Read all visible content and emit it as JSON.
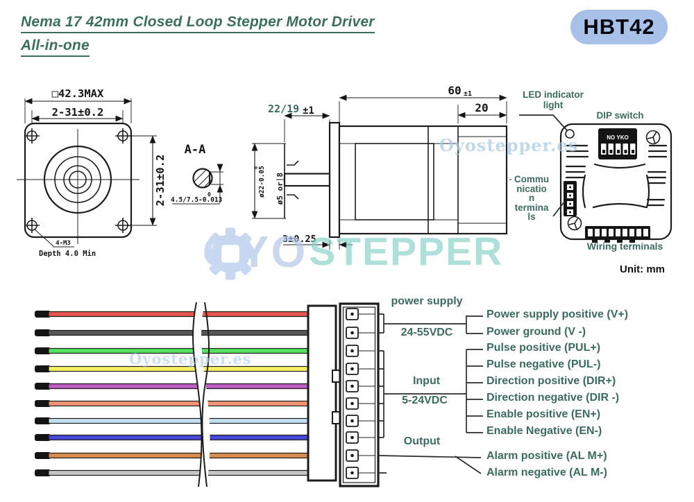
{
  "header": {
    "title_line1": "Nema 17 42mm Closed Loop Stepper Motor Driver",
    "title_line2": "All-in-one",
    "model": "HBT42"
  },
  "watermarks": {
    "site": "Oyostepper.es",
    "big_left": "OYO",
    "big_right": "STEPPER"
  },
  "drawing": {
    "front_view": {
      "dim_square": "□42.3MAX",
      "dim_hole_h": "2-31±0.2",
      "dim_hole_v": "2-31±0.2",
      "thread_note": "4-M3",
      "depth_note": "Depth 4.0 Min"
    },
    "section": {
      "title": "A-A",
      "tol_zero": "0",
      "flat_dim": "4.5/7.5-0.013"
    },
    "side": {
      "shaft_len": "22/19",
      "shaft_len_tol": "±1",
      "body_len": "60",
      "body_len_tol": "±1",
      "rear_len": "20",
      "flange_thk": "3±0.25",
      "shaft_dia": "ø5 or 8",
      "pilot_tol_zero": "0",
      "pilot_dia": "ø22-0.05"
    },
    "driver": {
      "dip_text": "NO YKO",
      "led_label": [
        "LED indicator",
        "light"
      ],
      "dip_label": "DIP switch",
      "comm_label": [
        "Commu",
        "nicatio",
        "n",
        "termina",
        "ls"
      ],
      "wiring_label": "Wiring terminals"
    },
    "unit_note": "Unit: mm"
  },
  "wiring": {
    "wires": [
      {
        "name": "red",
        "color": "#e65552"
      },
      {
        "name": "black",
        "color": "#565656"
      },
      {
        "name": "green",
        "color": "#55e060"
      },
      {
        "name": "yellow",
        "color": "#f7f163"
      },
      {
        "name": "purple",
        "color": "#bf5cc5"
      },
      {
        "name": "salmon",
        "color": "#f19271"
      },
      {
        "name": "light-blue",
        "color": "#c3e0f0"
      },
      {
        "name": "blue",
        "color": "#4747d6"
      },
      {
        "name": "tan",
        "color": "#d68d4f"
      },
      {
        "name": "gray",
        "color": "#c6c6c6"
      }
    ],
    "groups": {
      "power": {
        "title": "power supply",
        "voltage": "24-55VDC"
      },
      "input": {
        "title": "Input",
        "voltage": "5-24VDC"
      },
      "output": {
        "title": "Output"
      }
    },
    "pins": [
      "Power supply positive (V+)",
      "Power ground (V -)",
      "Pulse positive (PUL+)",
      "Pulse negative (PUL-)",
      "Direction positive (DIR+)",
      "Direction negative (DIR -)",
      "Enable positive (EN+)",
      "Enable Negative (EN-)",
      "Alarm positive (AL M+)",
      "Alarm negative (AL M-)"
    ]
  },
  "colors": {
    "accent_teal": "#3a6b5e",
    "badge_bg": "#a7c1e8",
    "watermark_blue": "#a9cbe3",
    "watermark_teal": "#85d2c8",
    "line": "#1c1c1c"
  }
}
